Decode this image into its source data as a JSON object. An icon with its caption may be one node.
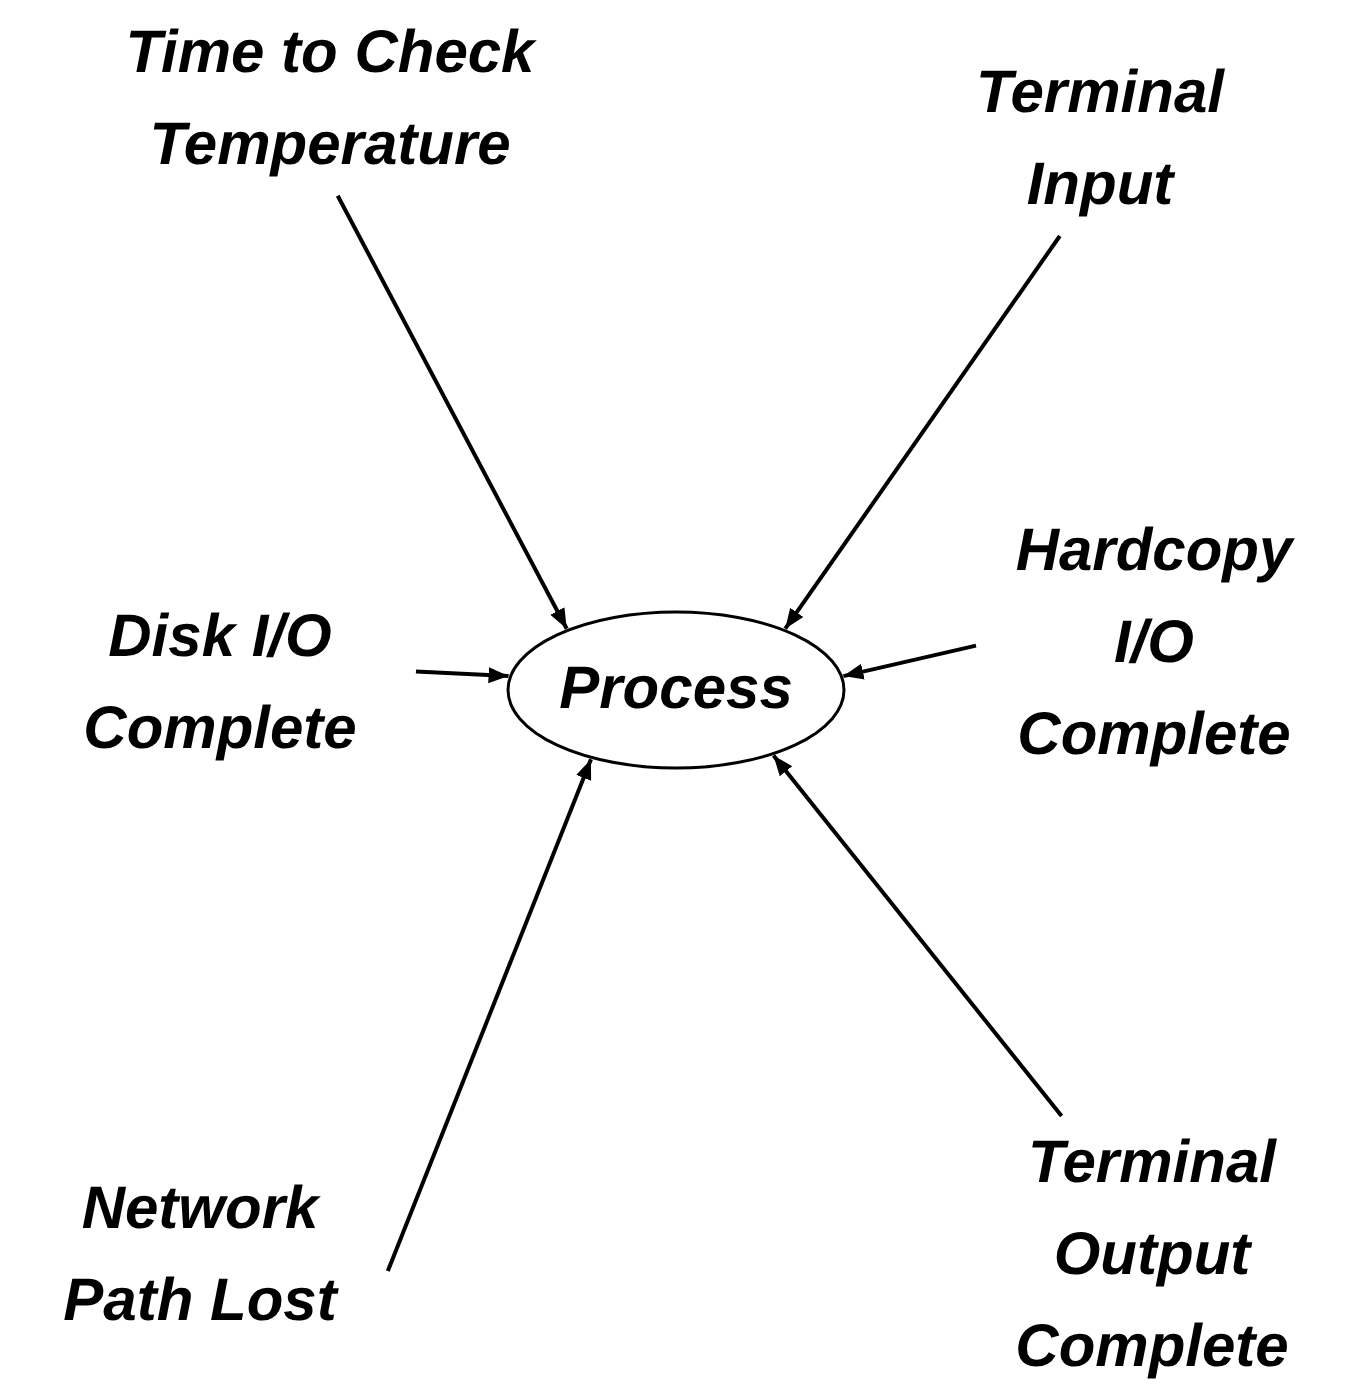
{
  "diagram": {
    "nodes": [
      {
        "text": [
          "Time to Check Temperature"
        ]
      },
      {
        "text": [
          "Terminal Input"
        ]
      },
      {
        "text": [
          "Disk I/O Complete"
        ]
      },
      {
        "text": [
          "Process"
        ]
      },
      {
        "text": [
          "Hardcopy I/O Complete"
        ]
      },
      {
        "text": [
          "Network Path Lost"
        ]
      },
      {
        "text": [
          "Terminal Output Complete"
        ]
      }
    ],
    "edges": [
      {
        "from": 0,
        "to": 3,
        "arrow": "to"
      },
      {
        "from": 1,
        "to": 3,
        "arrow": "to"
      },
      {
        "from": 2,
        "to": 3,
        "arrow": "to"
      },
      {
        "from": 4,
        "to": 3,
        "arrow": "to"
      },
      {
        "from": 5,
        "to": 3,
        "arrow": "to"
      },
      {
        "from": 6,
        "to": 3,
        "arrow": "to"
      }
    ]
  }
}
